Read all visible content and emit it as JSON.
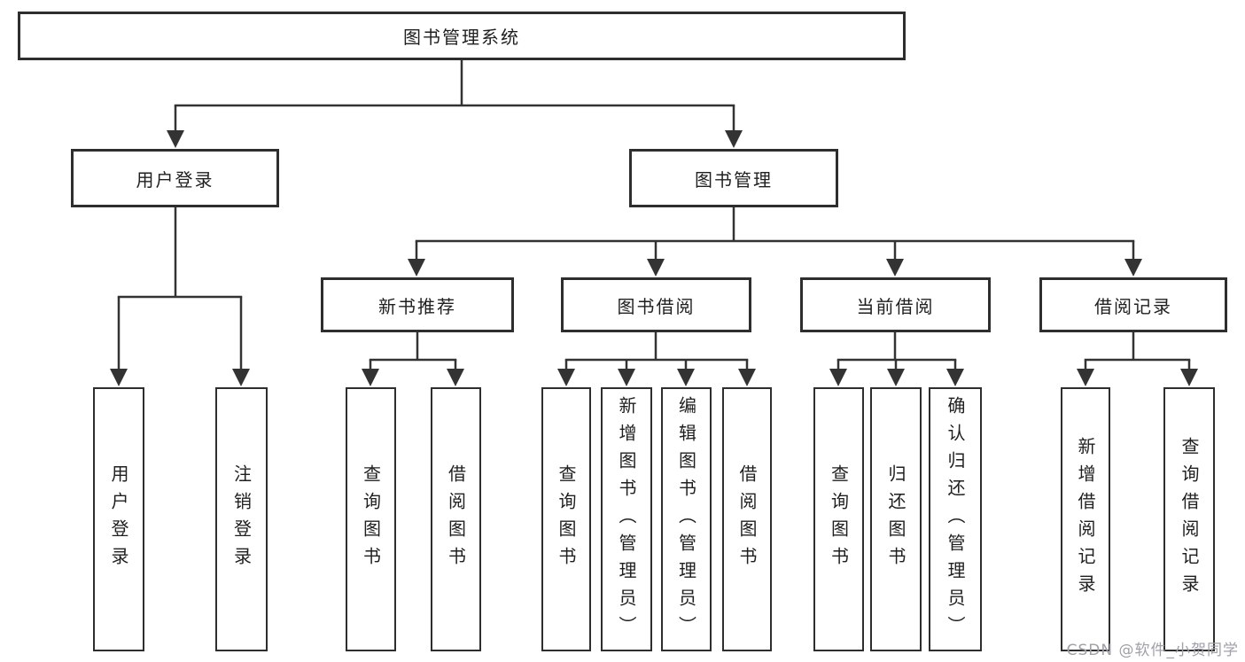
{
  "tree": {
    "label": "图书管理系统",
    "children": [
      {
        "label": "用户登录",
        "children": [
          {
            "label": "用户登录"
          },
          {
            "label": "注销登录"
          }
        ]
      },
      {
        "label": "图书管理",
        "children": [
          {
            "label": "新书推荐",
            "children": [
              {
                "label": "查询图书"
              },
              {
                "label": "借阅图书"
              }
            ]
          },
          {
            "label": "图书借阅",
            "children": [
              {
                "label": "查询图书"
              },
              {
                "label": "新增图书（管理员）"
              },
              {
                "label": "编辑图书（管理员）"
              },
              {
                "label": "借阅图书"
              }
            ]
          },
          {
            "label": "当前借阅",
            "children": [
              {
                "label": "查询图书"
              },
              {
                "label": "归还图书"
              },
              {
                "label": "确认归还（管理员）"
              }
            ]
          },
          {
            "label": "借阅记录",
            "children": [
              {
                "label": "新增借阅记录"
              },
              {
                "label": "查询借阅记录"
              }
            ]
          }
        ]
      }
    ]
  },
  "watermark": {
    "text": "CSDN @软件_小贺同学"
  },
  "colors": {
    "line": "#333333",
    "box_border": "#2e2e2e",
    "text": "#1f1f1f",
    "watermark": "#9fa0a8",
    "background": "#ffffff"
  }
}
